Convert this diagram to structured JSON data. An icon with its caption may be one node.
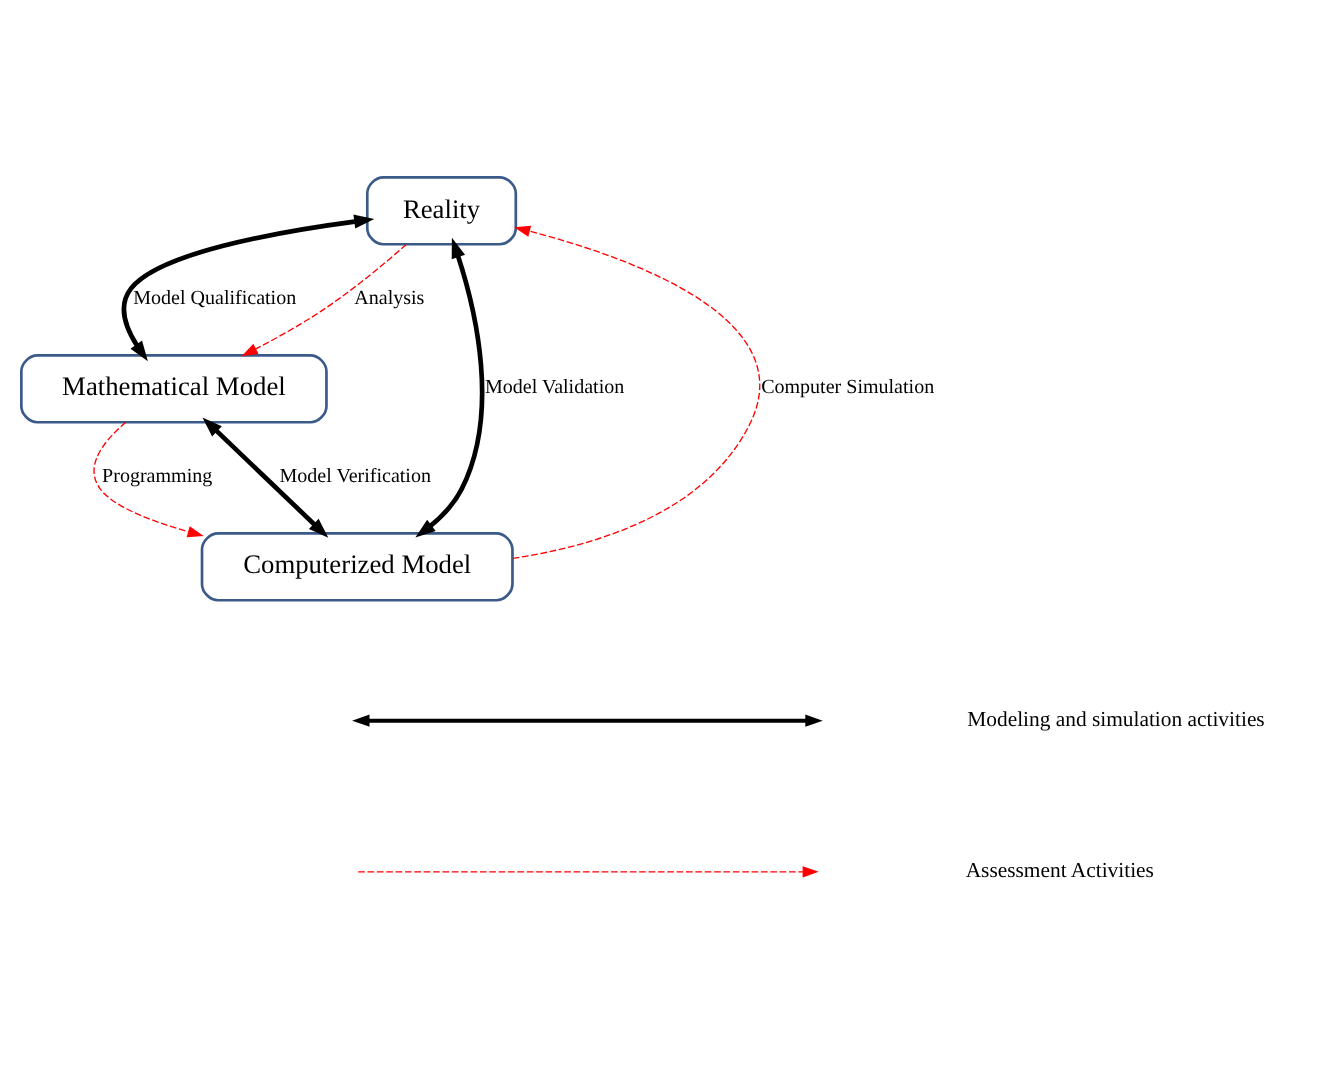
{
  "diagram": {
    "nodes": [
      {
        "text": [
          "Reality"
        ]
      },
      {
        "text": [
          "Mathematical Model"
        ]
      },
      {
        "text": [
          "Computerized Model"
        ]
      }
    ],
    "edges": [
      {
        "from": 0,
        "to": 1,
        "arrow": "both",
        "style": "thick",
        "label": "Model Qualification"
      },
      {
        "from": 0,
        "to": 1,
        "arrow": "to",
        "style": "dashed",
        "color": "#ff0000",
        "label": "Analysis"
      },
      {
        "from": 1,
        "to": 2,
        "arrow": "to",
        "style": "dashed",
        "color": "#ff0000",
        "label": "Programming"
      },
      {
        "from": 2,
        "to": 0,
        "arrow": "to",
        "style": "dashed",
        "color": "#ff0000",
        "label": "Computer Simulation"
      },
      {
        "from": 1,
        "to": 2,
        "arrow": "both",
        "style": "thick",
        "label": "Model Verification"
      },
      {
        "from": 0,
        "to": 2,
        "arrow": "both",
        "style": "thick",
        "label": "Model Validation"
      }
    ],
    "legend": [
      {
        "text": "Modeling and simulation activities"
      },
      {
        "text": "Assessment Activities"
      }
    ]
  }
}
